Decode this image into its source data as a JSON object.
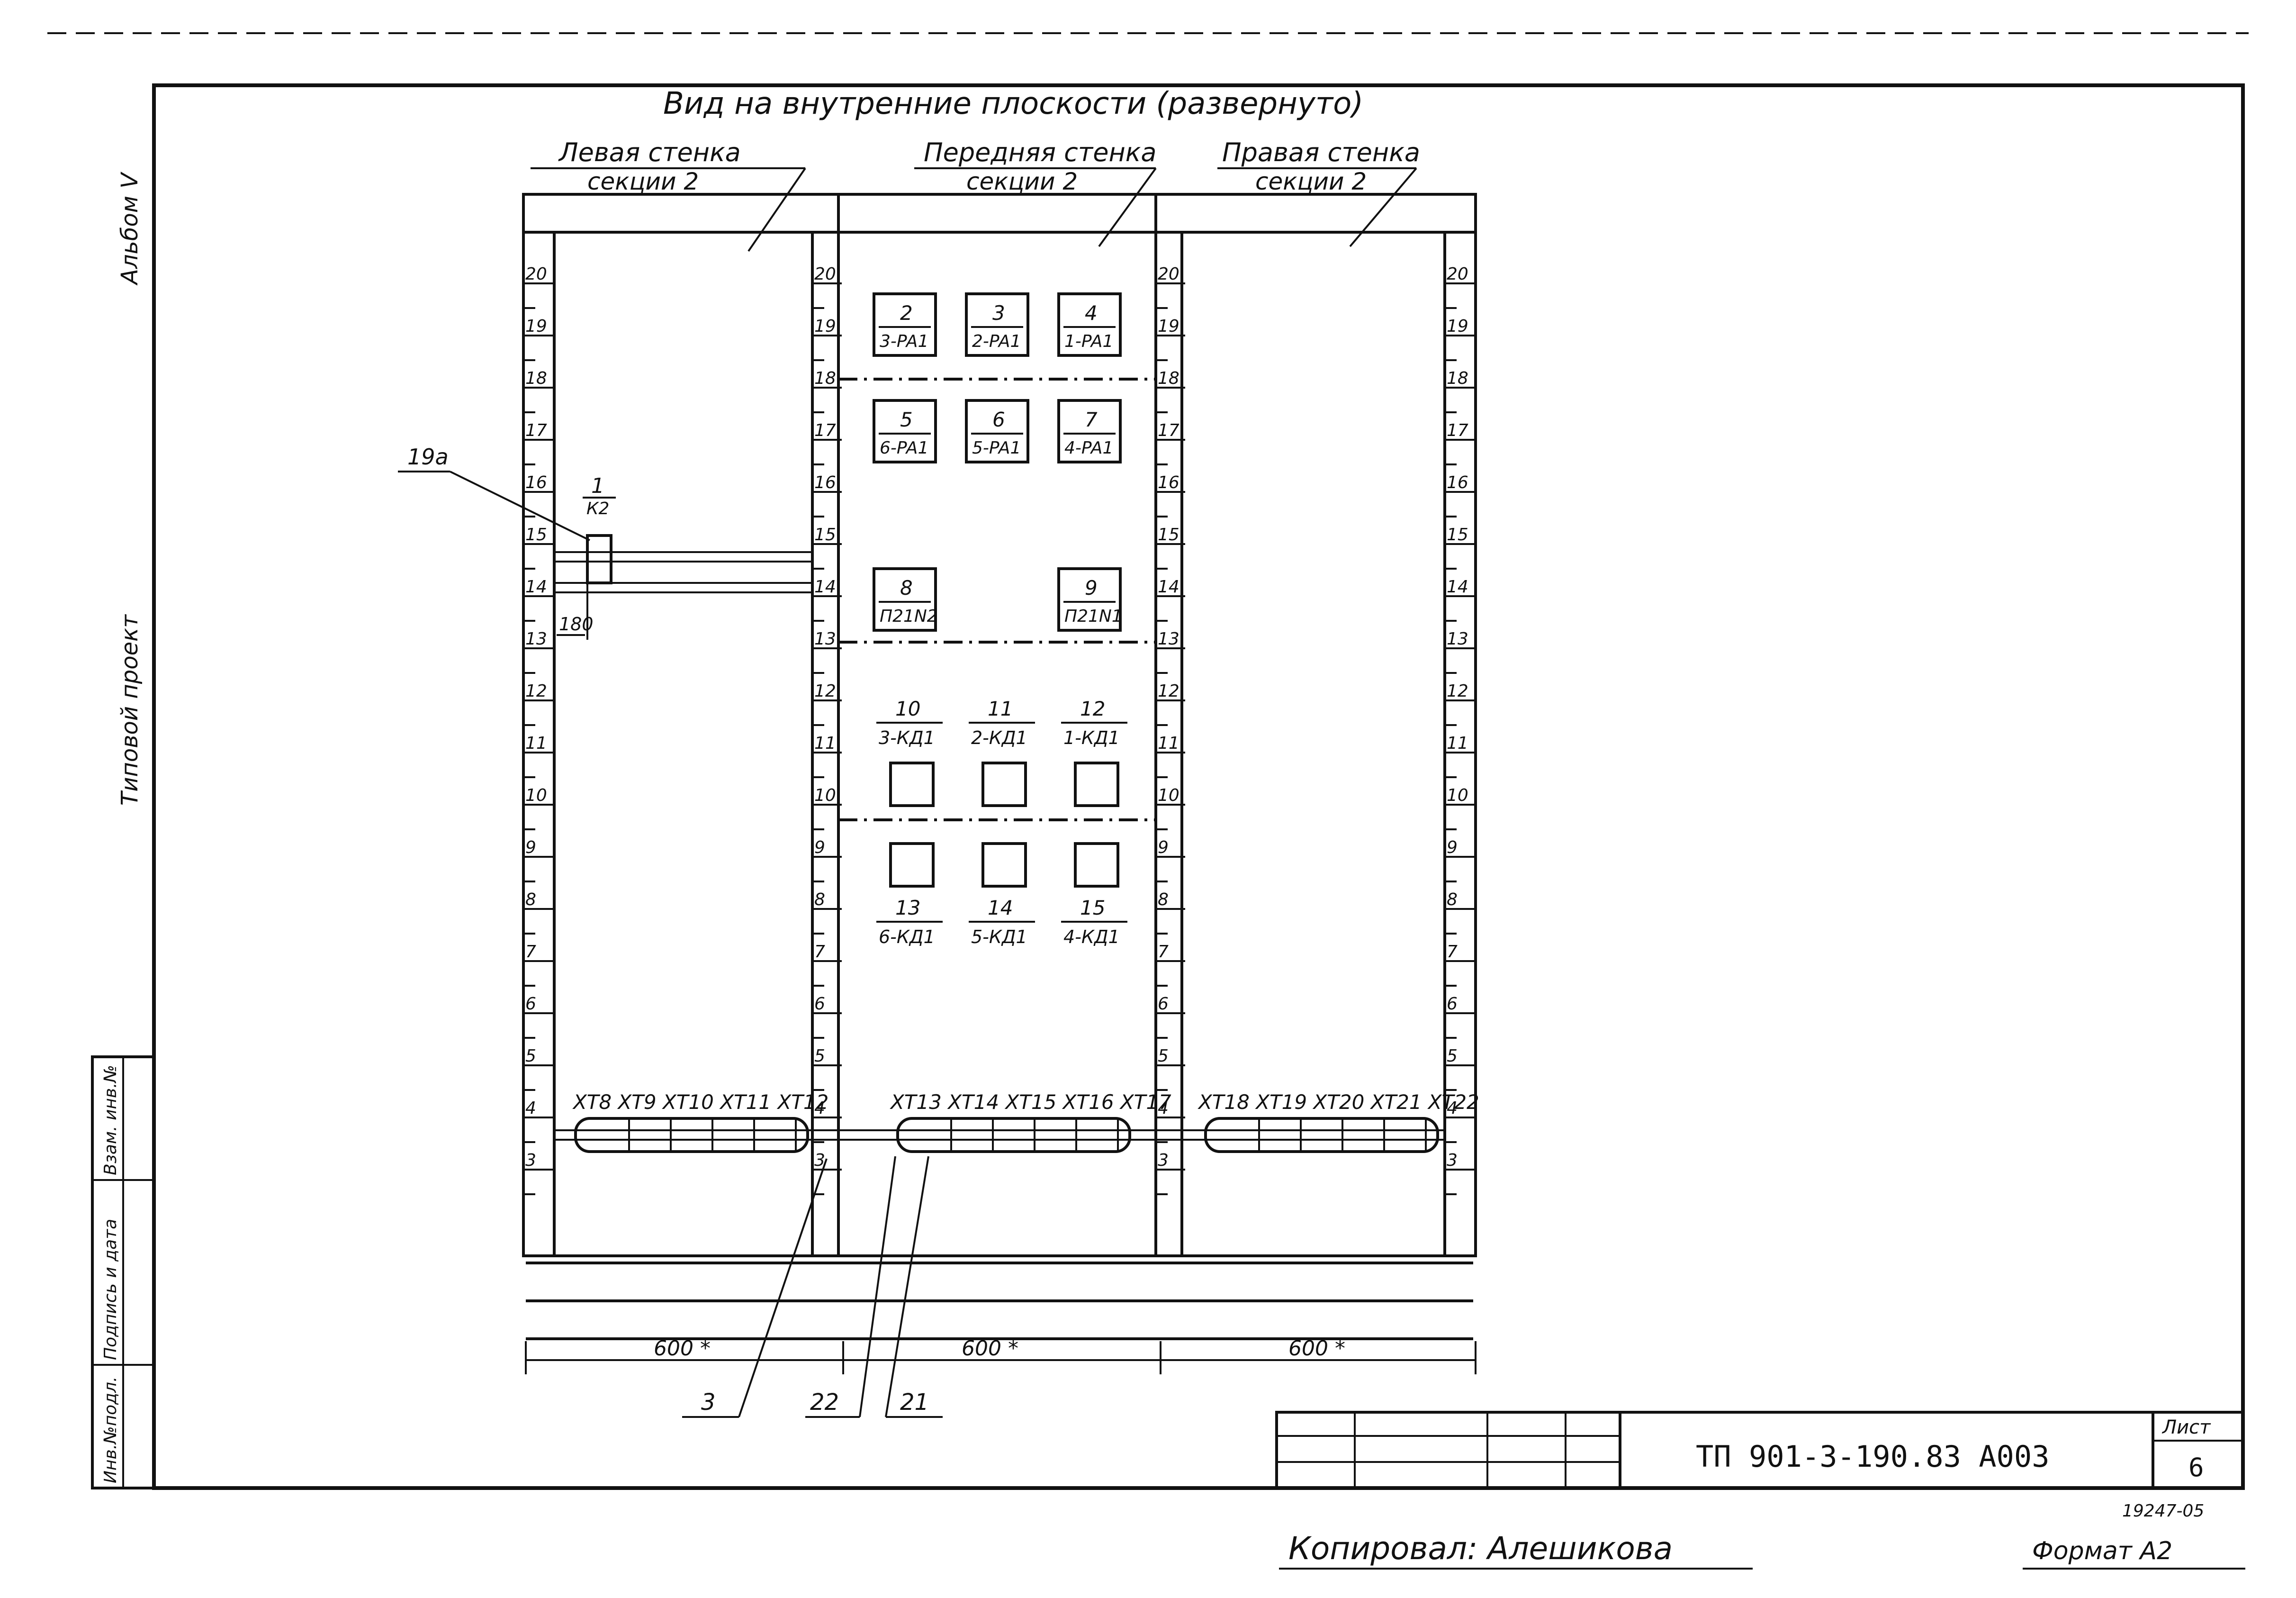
{
  "header": {
    "title": "Вид на внутренние плоскости (развернуто)",
    "left_wall": "Левая стенка",
    "left_wall_sub": "секции 2",
    "front_wall": "Передняя стенка",
    "front_wall_sub": "секции 2",
    "right_wall": "Правая стенка",
    "right_wall_sub": "секции 2"
  },
  "side_labels": {
    "album": "Альбом V",
    "project": "Типовой проект",
    "stamp_col1": "Инв.№подл.",
    "stamp_col2": "Подпись и дата",
    "stamp_col3": "Взам. инв.№"
  },
  "scale_numbers": [
    "20",
    "19",
    "18",
    "17",
    "16",
    "15",
    "14",
    "13",
    "12",
    "11",
    "10",
    "9",
    "8",
    "7",
    "6",
    "5",
    "4",
    "3"
  ],
  "devices": {
    "d2": {
      "num": "2",
      "code": "3-PA1"
    },
    "d3": {
      "num": "3",
      "code": "2-PA1"
    },
    "d4": {
      "num": "4",
      "code": "1-PA1"
    },
    "d5": {
      "num": "5",
      "code": "6-PA1"
    },
    "d6": {
      "num": "6",
      "code": "5-PA1"
    },
    "d7": {
      "num": "7",
      "code": "4-PA1"
    },
    "d8": {
      "num": "8",
      "code": "П21N2"
    },
    "d9": {
      "num": "9",
      "code": "П21N1"
    },
    "d10": {
      "num": "10",
      "code": "3-КД1"
    },
    "d11": {
      "num": "11",
      "code": "2-КД1"
    },
    "d12": {
      "num": "12",
      "code": "1-КД1"
    },
    "d13": {
      "num": "13",
      "code": "6-КД1"
    },
    "d14": {
      "num": "14",
      "code": "5-КД1"
    },
    "d15": {
      "num": "15",
      "code": "4-КД1"
    },
    "d1": {
      "num": "1",
      "code": "К2"
    }
  },
  "terminals": {
    "left": "XT8 XT9 XT10 XT11 XT12",
    "front": "XT13 XT14 XT15 XT16 XT17",
    "right": "XT18 XT19 XT20 XT21 XT22"
  },
  "callouts": {
    "c19a": "19а",
    "c180": "180",
    "c3": "3",
    "c22": "22",
    "c21": "21"
  },
  "dimensions": {
    "left": "600 *",
    "front": "600 *",
    "right": "600 *"
  },
  "title_block": {
    "doc_code": "ТП 901-3-190.83 А003",
    "sheet_label": "Лист",
    "sheet_number": "6"
  },
  "footer": {
    "copied_by": "Копировал: Алешикова",
    "format": "Формат А2",
    "inv_number": "19247-05"
  }
}
